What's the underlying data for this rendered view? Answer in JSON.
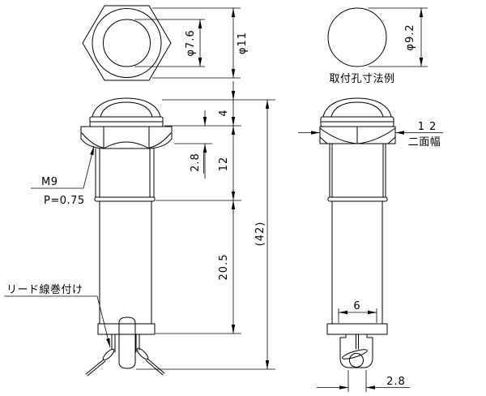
{
  "drawing": {
    "colors": {
      "line": "#000000",
      "background": "#ffffff"
    },
    "top_view": {
      "dim_lens_inner_dia": "φ7.6",
      "dim_bezel_dia": "φ11"
    },
    "front_view": {
      "thread_label": "M9",
      "pitch_label": "P=0.75",
      "lead_wire_label": "リード線巻付け",
      "dim_lens_height": "4",
      "dim_nut_thickness": "2.8",
      "dim_thread_length": "12",
      "dim_body_length": "20.5",
      "dim_overall_length": "(42)"
    },
    "side_view": {
      "mounting_hole_label": "取付孔寸法例",
      "dim_hole_dia": "φ9.2",
      "dim_across_flats": "12",
      "across_flats_label": "二面幅",
      "dim_tab_housing_width": "6",
      "dim_tab_width": "2.8"
    }
  }
}
